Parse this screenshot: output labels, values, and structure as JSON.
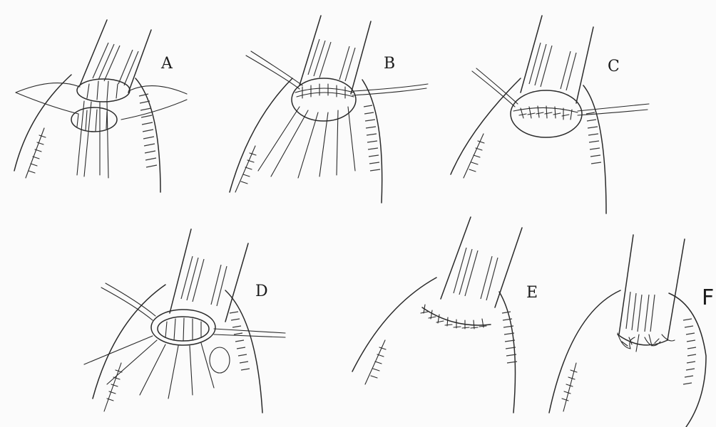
{
  "panels": [
    {
      "id": "A",
      "label": "A"
    },
    {
      "id": "B",
      "label": "B"
    },
    {
      "id": "C",
      "label": "C"
    },
    {
      "id": "D",
      "label": "D"
    },
    {
      "id": "E",
      "label": "E"
    },
    {
      "id": "F",
      "label": "F"
    }
  ]
}
